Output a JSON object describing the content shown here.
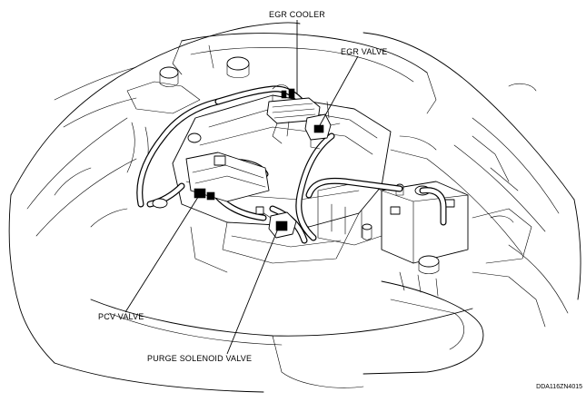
{
  "diagram": {
    "labels": {
      "egr_cooler": "EGR COOLER",
      "egr_valve": "EGR VALVE",
      "pcv_valve": "PCV VALVE",
      "purge_solenoid_valve": "PURGE SOLENOID VALVE"
    },
    "figure_code": "DDA116ZN4015"
  }
}
